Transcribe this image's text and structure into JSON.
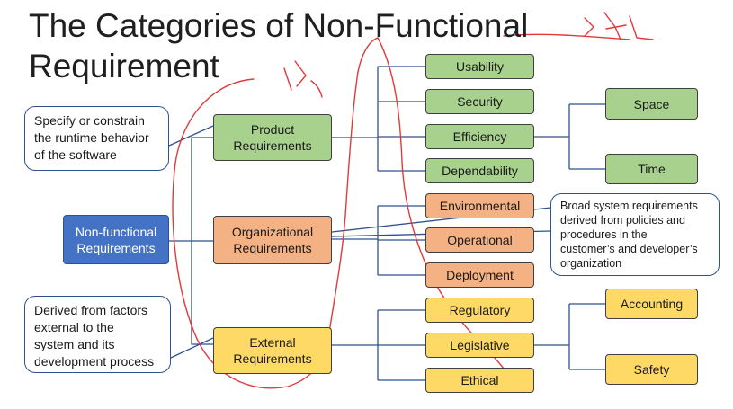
{
  "title": {
    "line1": "The Categories of Non-Functional",
    "line2": "Requirement"
  },
  "root": "Non-functional\nRequirements",
  "categories": {
    "product": "Product\nRequirements",
    "organizational": "Organizational\nRequirements",
    "external": "External\nRequirements"
  },
  "product_items": {
    "usability": "Usability",
    "security": "Security",
    "efficiency": "Efficiency",
    "dependability": "Dependability"
  },
  "efficiency_items": {
    "space": "Space",
    "time": "Time"
  },
  "organizational_items": {
    "environmental": "Environmental",
    "operational": "Operational",
    "deployment": "Deployment"
  },
  "external_items": {
    "regulatory": "Regulatory",
    "legislative": "Legislative",
    "ethical": "Ethical"
  },
  "legislative_items": {
    "accounting": "Accounting",
    "safety": "Safety"
  },
  "notes": {
    "product": "Specify or constrain\nthe runtime behavior\nof the software",
    "organizational": "Broad system requirements\nderived from policies and\nprocedures in the\ncustomer’s and developer’s\norganization",
    "external": "Derived from factors\nexternal to the\nsystem and its\ndevelopment process"
  },
  "colors": {
    "product_green": "#a9d18e",
    "organizational_orange": "#f4b183",
    "external_yellow": "#ffd966",
    "root_blue": "#4472c4",
    "connector": "#2f528f",
    "annotation_red": "#e03a3a"
  }
}
